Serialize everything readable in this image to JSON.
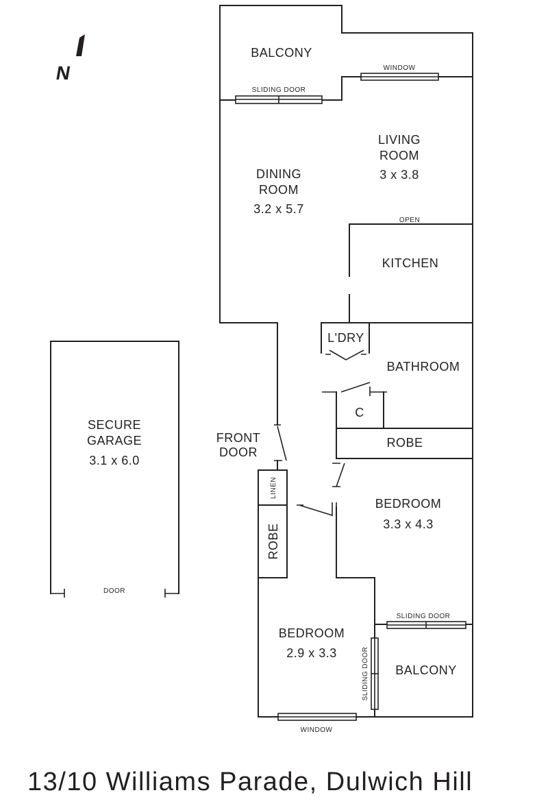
{
  "compass": {
    "letter": "N"
  },
  "rooms": {
    "balcony_top": "BALCONY",
    "living": {
      "line1": "LIVING",
      "line2": "ROOM",
      "size": "3 x 3.8"
    },
    "dining": {
      "line1": "DINING",
      "line2": "ROOM",
      "size": "3.2 x 5.7"
    },
    "kitchen": "KITCHEN",
    "laundry": "L'DRY",
    "bathroom": "BATHROOM",
    "cupboard": "C",
    "robe_upper": "ROBE",
    "front_door": {
      "line1": "FRONT",
      "line2": "DOOR"
    },
    "linen": "LINEN",
    "robe_hall": "ROBE",
    "bedroom_main": {
      "name": "BEDROOM",
      "size": "3.3 x 4.3"
    },
    "bedroom_second": {
      "name": "BEDROOM",
      "size": "2.9 x 3.3"
    },
    "balcony_bottom": "BALCONY",
    "garage": {
      "line1": "SECURE",
      "line2": "GARAGE",
      "size": "3.1 x 6.0"
    }
  },
  "notes": {
    "window_top": "WINDOW",
    "sliding_door_top": "SLIDING DOOR",
    "open": "OPEN",
    "sliding_door_right": "SLIDING DOOR",
    "sliding_door_vertical": "SLIDING DOOR",
    "window_bottom": "WINDOW",
    "garage_door": "DOOR"
  },
  "address": "13/10 Williams Parade, Dulwich Hill"
}
